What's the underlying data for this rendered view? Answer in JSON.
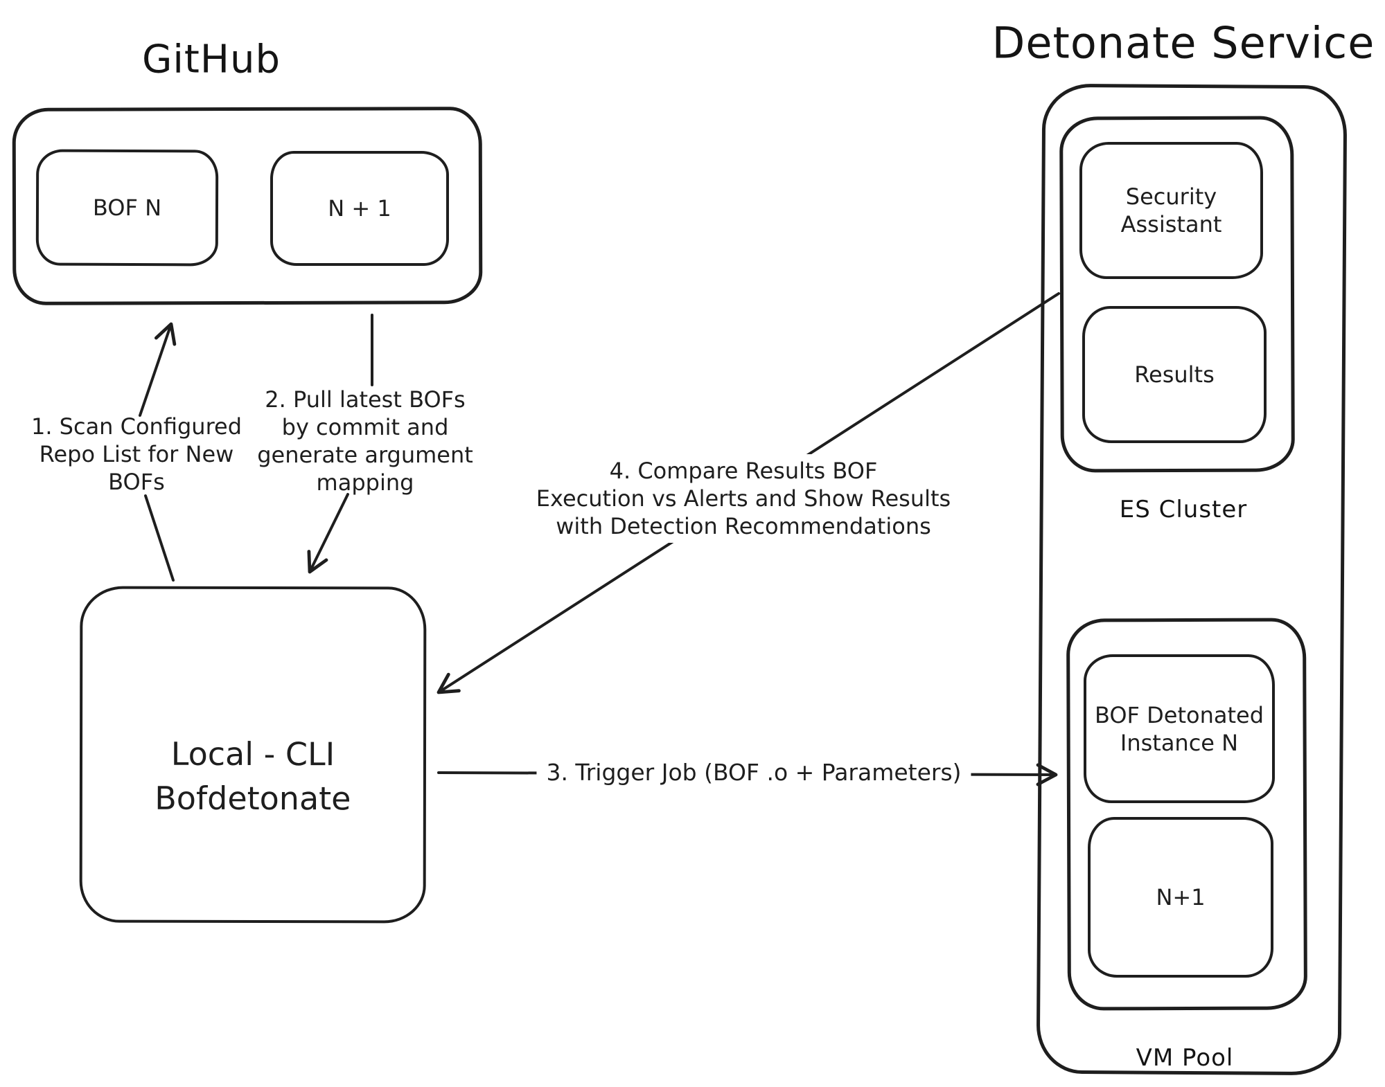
{
  "colors": {
    "stroke": "#1e1e1e",
    "background": "#ffffff"
  },
  "github": {
    "title": "GitHub",
    "bof_n": "BOF N",
    "n_plus_1": "N + 1"
  },
  "local_cli": {
    "label": "Local - CLI\nBofdetonate"
  },
  "detonate": {
    "title": "Detonate Service",
    "es_cluster": {
      "label": "ES Cluster",
      "security_assistant": "Security\nAssistant",
      "results": "Results"
    },
    "vm_pool": {
      "label": "VM Pool",
      "bof_detonated": "BOF Detonated\nInstance N",
      "n_plus_1": "N+1"
    }
  },
  "steps": {
    "step1": "1. Scan Configured\nRepo List for New\nBOFs",
    "step2": "2. Pull latest BOFs\nby commit and\ngenerate argument\nmapping",
    "step3": "3. Trigger Job (BOF .o + Parameters)",
    "step4": "4. Compare Results BOF\nExecution vs Alerts and Show Results\nwith Detection Recommendations"
  }
}
